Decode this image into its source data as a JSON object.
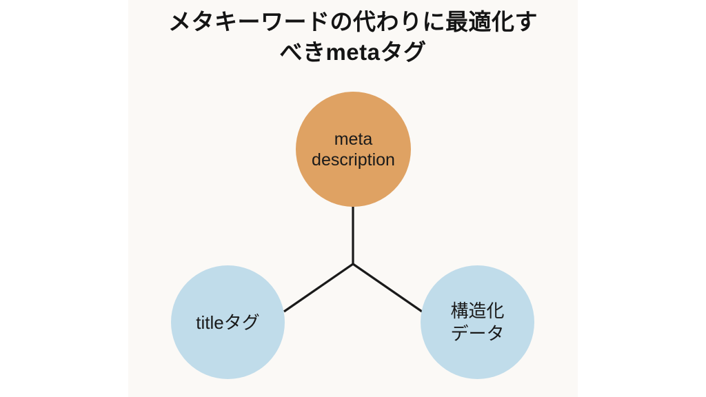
{
  "slide": {
    "background_color": "#ffffff",
    "panel_color": "#fbf9f6",
    "title": {
      "line1": "メタキーワードの代わりに最適化す",
      "line2": "べきmetaタグ"
    }
  },
  "diagram": {
    "type": "hub-and-spoke",
    "hub": {
      "id": "meta-description",
      "color": "#dfa263",
      "text_line1": "meta",
      "text_line2": "description"
    },
    "spokes": [
      {
        "id": "title-tag",
        "color": "#c0dcea",
        "text_line1": "titleタグ",
        "text_line2": ""
      },
      {
        "id": "structured-data",
        "color": "#c0dcea",
        "text_line1": "構造化",
        "text_line2": "データ"
      }
    ],
    "connector_color": "#1a1a1a"
  }
}
